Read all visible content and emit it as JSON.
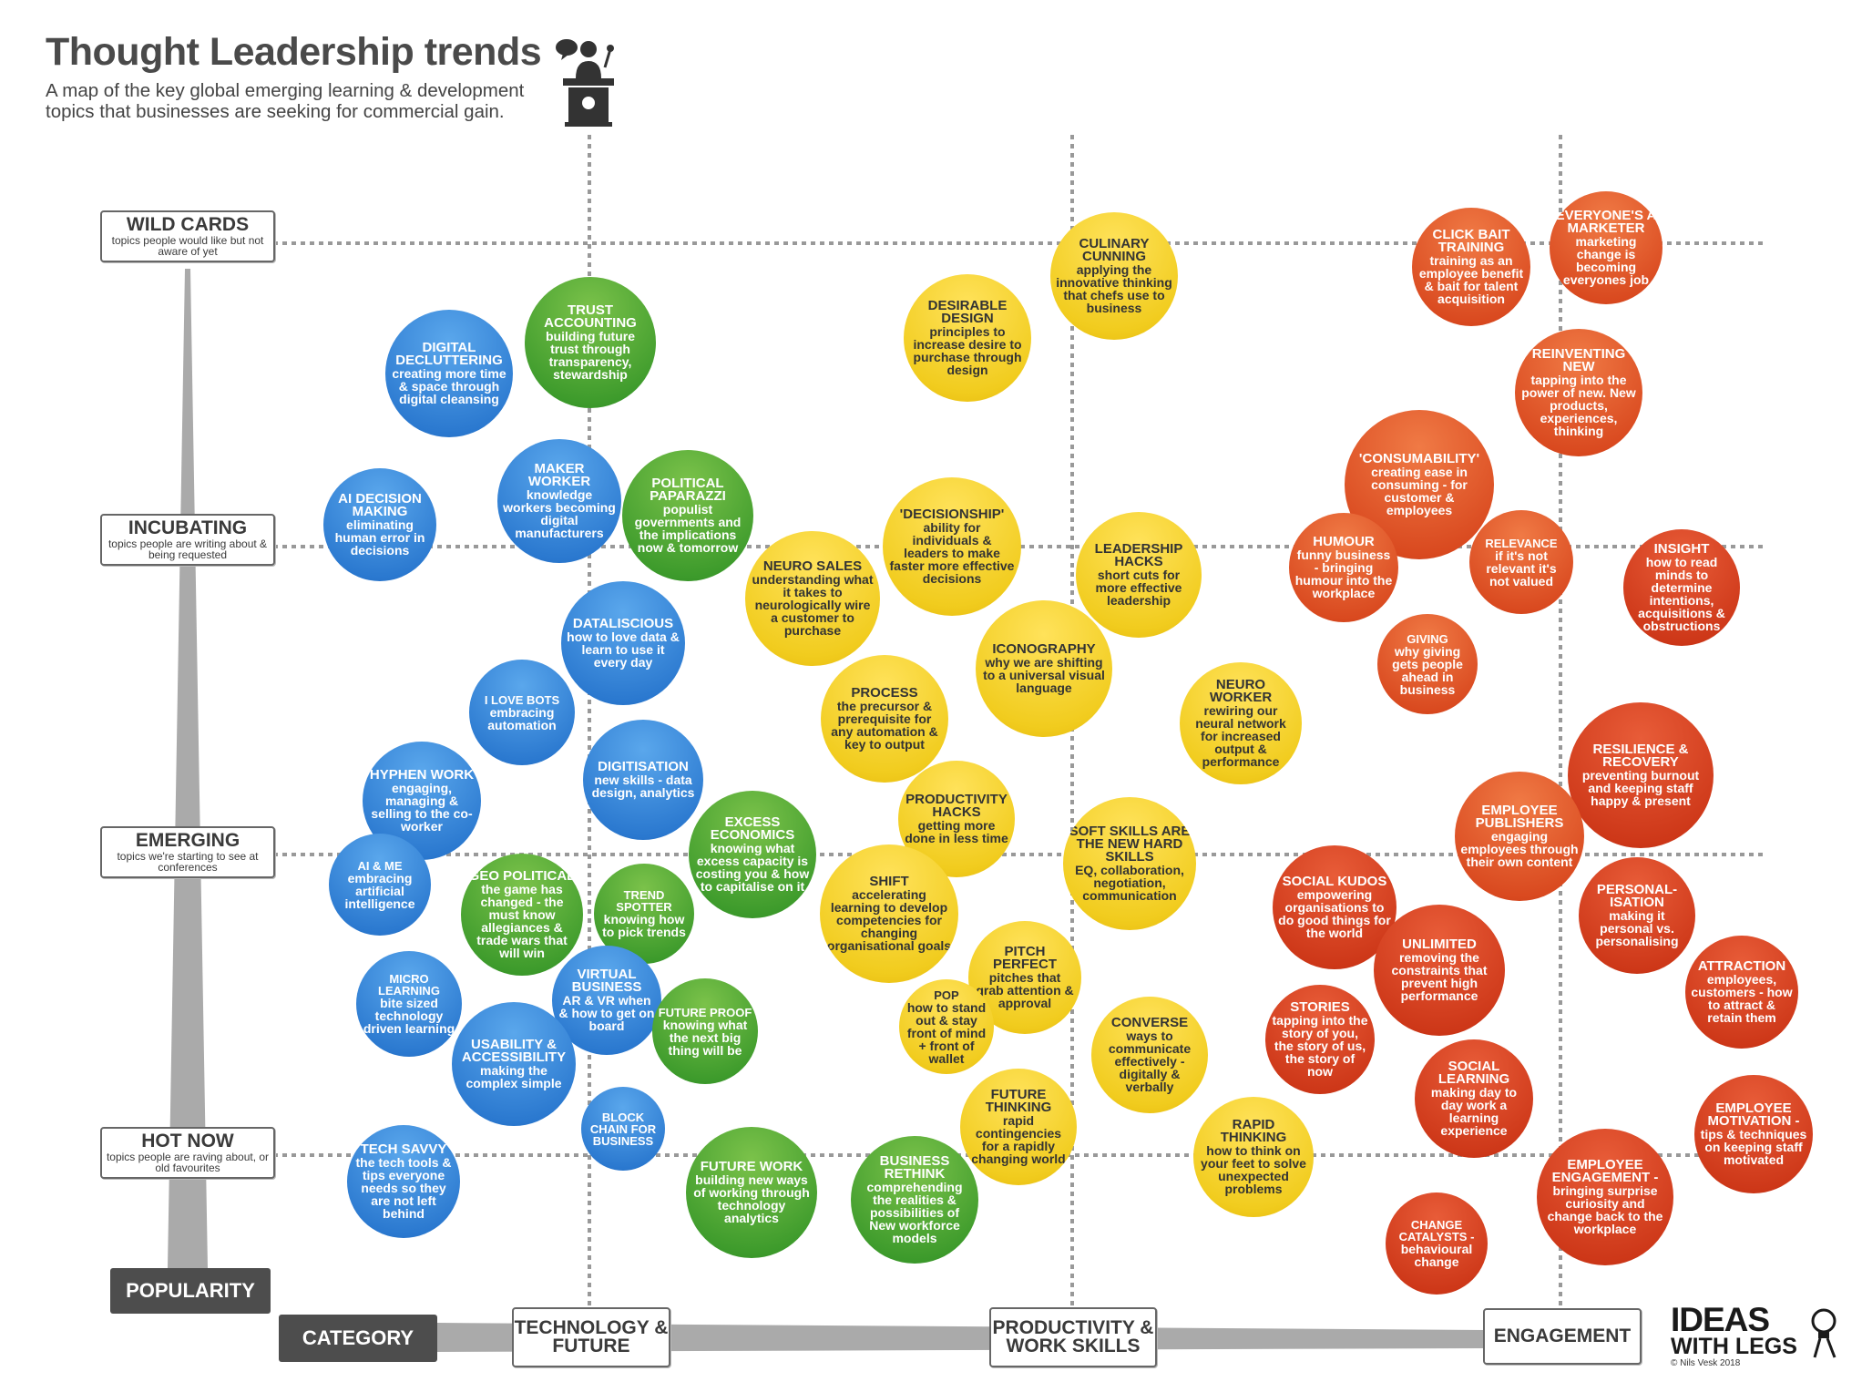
{
  "header": {
    "title": "Thought Leadership trends",
    "subtitle": "A map of the key global emerging learning & development topics that businesses are seeking for commercial gain."
  },
  "rows": [
    {
      "name": "WILD CARDS",
      "desc": "topics people would like but not aware of yet"
    },
    {
      "name": "INCUBATING",
      "desc": "topics people are writing about & being requested"
    },
    {
      "name": "EMERGING",
      "desc": "topics we're starting to see at conferences"
    },
    {
      "name": "HOT NOW",
      "desc": "topics people are raving about, or old favourites"
    }
  ],
  "axes": {
    "popularity": "POPULARITY",
    "category": "CATEGORY"
  },
  "columns": [
    {
      "name": "TECHNOLOGY & FUTURE"
    },
    {
      "name": "PRODUCTIVITY & WORK SKILLS"
    },
    {
      "name": "ENGAGEMENT"
    }
  ],
  "colors": {
    "blue": "#2a78cf",
    "green": "#3c9a2b",
    "yellow": "#f1cc1e",
    "orange": "#d9491f",
    "red": "#cd3718",
    "label_dark": "#4d4d4d"
  },
  "bubbles": [
    {
      "t": "DIGITAL DECLUTTERING",
      "d": "creating more time & space through digital cleansing",
      "c": "blue"
    },
    {
      "t": "TRUST ACCOUNTING",
      "d": "building future trust through transparency, stewardship",
      "c": "green"
    },
    {
      "t": "AI DECISION MAKING",
      "d": "eliminating human error in decisions",
      "c": "blue"
    },
    {
      "t": "MAKER WORKER",
      "d": "knowledge workers becoming digital manufacturers",
      "c": "blue"
    },
    {
      "t": "POLITICAL PAPARAZZI",
      "d": "populist governments and the implications now & tomorrow",
      "c": "green"
    },
    {
      "t": "DATALISCIOUS",
      "d": "how to love data & learn to use it every day",
      "c": "blue"
    },
    {
      "t": "I LOVE BOTS",
      "d": "embracing automation",
      "c": "blue"
    },
    {
      "t": "HYPHEN WORK",
      "d": "engaging, managing & selling to the co-worker",
      "c": "blue"
    },
    {
      "t": "DIGITISATION",
      "d": "new skills - data design, analytics",
      "c": "blue"
    },
    {
      "t": "AI & ME",
      "d": "embracing artificial intelligence",
      "c": "blue"
    },
    {
      "t": "GEO POLITICAL",
      "d": "the game has changed - the must know allegiances & trade wars that will win",
      "c": "green"
    },
    {
      "t": "TREND SPOTTER",
      "d": "knowing how to pick trends",
      "c": "green"
    },
    {
      "t": "EXCESS ECONOMICS",
      "d": "knowing what excess capacity is costing you & how to capitalise on it",
      "c": "green"
    },
    {
      "t": "MICRO LEARNING",
      "d": "bite sized technology driven learning",
      "c": "blue"
    },
    {
      "t": "VIRTUAL BUSINESS",
      "d": "AR & VR when & how to get on board",
      "c": "blue"
    },
    {
      "t": "USABILITY & ACCESSIBILITY",
      "d": "making the complex simple",
      "c": "blue"
    },
    {
      "t": "FUTURE PROOF",
      "d": "knowing what the next big thing will be",
      "c": "green"
    },
    {
      "t": "BLOCK CHAIN FOR BUSINESS",
      "d": "",
      "c": "blue"
    },
    {
      "t": "TECH SAVVY",
      "d": "the tech tools & tips everyone needs so they are not left behind",
      "c": "blue"
    },
    {
      "t": "FUTURE WORK",
      "d": "building new ways of working through technology analytics",
      "c": "green"
    },
    {
      "t": "BUSINESS RETHINK",
      "d": "comprehending the realities & possibilities of New workforce models",
      "c": "green"
    },
    {
      "t": "CULINARY CUNNING",
      "d": "applying the innovative thinking that chefs use to business",
      "c": "yellow"
    },
    {
      "t": "DESIRABLE DESIGN",
      "d": "principles to increase desire to purchase through design",
      "c": "yellow"
    },
    {
      "t": "'DECISIONSHIP'",
      "d": "ability for individuals & leaders to make faster more effective decisions",
      "c": "yellow"
    },
    {
      "t": "NEURO SALES",
      "d": "understanding what it takes to neurologically wire a customer to purchase",
      "c": "yellow"
    },
    {
      "t": "LEADERSHIP HACKS",
      "d": "short cuts for more effective leadership",
      "c": "yellow"
    },
    {
      "t": "ICONOGRAPHY",
      "d": "why we are shifting to a universal visual language",
      "c": "yellow"
    },
    {
      "t": "PROCESS",
      "d": "the precursor & prerequisite for any automation & key to output",
      "c": "yellow"
    },
    {
      "t": "NEURO WORKER",
      "d": "rewiring our neural network for increased output & performance",
      "c": "yellow"
    },
    {
      "t": "PRODUCTIVITY HACKS",
      "d": "getting more done in less time",
      "c": "yellow"
    },
    {
      "t": "SOFT SKILLS ARE THE NEW HARD SKILLS",
      "d": "EQ, collaboration, negotiation, communication",
      "c": "yellow"
    },
    {
      "t": "SHIFT",
      "d": "accelerating learning to develop competencies for changing organisational goals",
      "c": "yellow"
    },
    {
      "t": "PITCH PERFECT",
      "d": "pitches that grab attention & approval",
      "c": "yellow"
    },
    {
      "t": "POP",
      "d": "how to stand out & stay front of mind + front of wallet",
      "c": "yellow"
    },
    {
      "t": "CONVERSE",
      "d": "ways to communicate effectively - digitally & verbally",
      "c": "yellow"
    },
    {
      "t": "FUTURE THINKING",
      "d": "rapid contingencies for a rapidly changing world",
      "c": "yellow"
    },
    {
      "t": "RAPID THINKING",
      "d": "how to think on your feet to solve unexpected problems",
      "c": "yellow"
    },
    {
      "t": "EVERYONE'S A MARKETER",
      "d": "marketing change is becoming everyones job",
      "c": "orange"
    },
    {
      "t": "CLICK BAIT TRAINING",
      "d": "training as an employee benefit & bait for talent acquisition",
      "c": "orange"
    },
    {
      "t": "REINVENTING NEW",
      "d": "tapping into the power of new. New products, experiences, thinking",
      "c": "orange"
    },
    {
      "t": "'CONSUMABILITY'",
      "d": "creating ease in consuming - for customer & employees",
      "c": "orange"
    },
    {
      "t": "HUMOUR",
      "d": "funny business - bringing humour into the workplace",
      "c": "orange"
    },
    {
      "t": "RELEVANCE",
      "d": "if it's not relevant it's not valued",
      "c": "orange"
    },
    {
      "t": "INSIGHT",
      "d": "how to read minds to determine intentions, acquisitions & obstructions",
      "c": "red"
    },
    {
      "t": "GIVING",
      "d": "why giving gets people ahead in business",
      "c": "orange"
    },
    {
      "t": "RESILIENCE & RECOVERY",
      "d": "preventing burnout and keeping staff happy & present",
      "c": "red"
    },
    {
      "t": "EMPLOYEE PUBLISHERS",
      "d": "engaging employees through their own content",
      "c": "orange"
    },
    {
      "t": "SOCIAL KUDOS",
      "d": "empowering organisations to do good things for the world",
      "c": "red"
    },
    {
      "t": "PERSONAL-ISATION",
      "d": "making it personal vs. personalising",
      "c": "red"
    },
    {
      "t": "UNLIMITED",
      "d": "removing the constraints that prevent high performance",
      "c": "red"
    },
    {
      "t": "ATTRACTION",
      "d": "employees, customers - how to attract & retain them",
      "c": "red"
    },
    {
      "t": "STORIES",
      "d": "tapping into the story of you, the story of us, the story of now",
      "c": "red"
    },
    {
      "t": "SOCIAL LEARNING",
      "d": "making day to day work a learning experience",
      "c": "red"
    },
    {
      "t": "EMPLOYEE MOTIVATION -",
      "d": "tips & techniques on keeping staff motivated",
      "c": "red"
    },
    {
      "t": "EMPLOYEE ENGAGEMENT -",
      "d": "bringing surprise curiosity and change back to the workplace",
      "c": "red"
    },
    {
      "t": "CHANGE CATALYSTS -",
      "d": "behavioural change",
      "c": "red"
    }
  ],
  "brand": {
    "line1": "IDEAS",
    "line2": "WITH LEGS",
    "copyright": "© Nils Vesk 2018"
  }
}
